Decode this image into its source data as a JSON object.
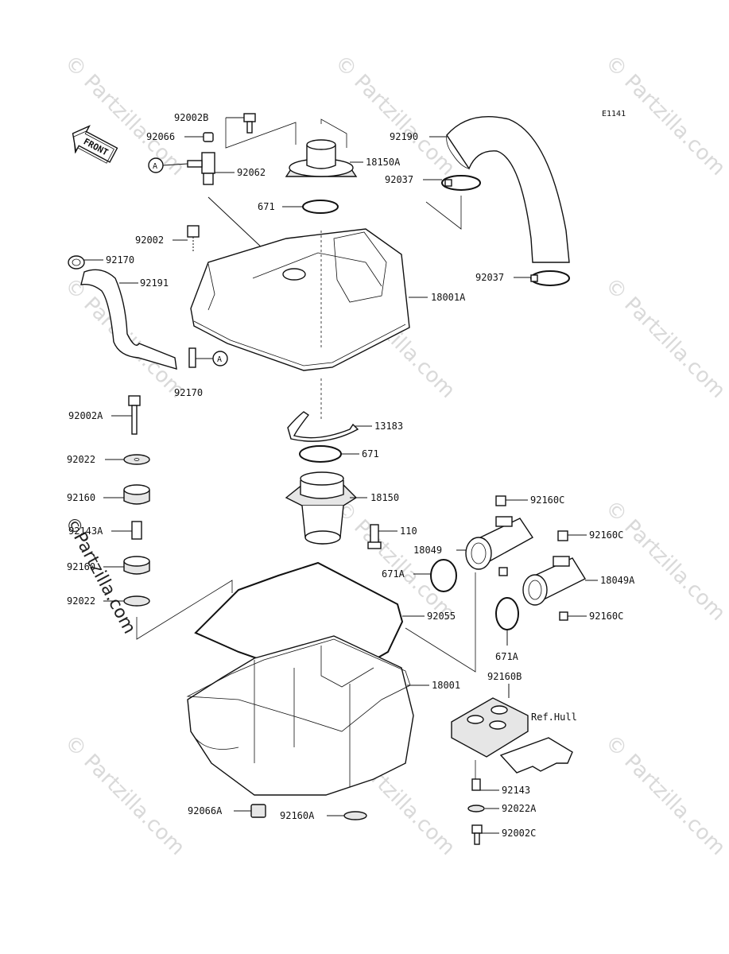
{
  "diagram": {
    "code": "E1141",
    "front_label": "FRONT",
    "callout_a": "A",
    "ref_note": "Ref.Hull"
  },
  "watermark": {
    "text": "© Partzilla.com",
    "side_text": "©Partzilla.com"
  },
  "parts": [
    {
      "id": "92002B"
    },
    {
      "id": "92066"
    },
    {
      "id": "92062"
    },
    {
      "id": "18150A"
    },
    {
      "id": "92190"
    },
    {
      "id": "92037"
    },
    {
      "id": "671"
    },
    {
      "id": "92002"
    },
    {
      "id": "92170"
    },
    {
      "id": "92191"
    },
    {
      "id": "18001A"
    },
    {
      "id": "92037"
    },
    {
      "id": "92170"
    },
    {
      "id": "92002A"
    },
    {
      "id": "13183"
    },
    {
      "id": "92022"
    },
    {
      "id": "671"
    },
    {
      "id": "92160"
    },
    {
      "id": "18150"
    },
    {
      "id": "92143A"
    },
    {
      "id": "110"
    },
    {
      "id": "92160C"
    },
    {
      "id": "92160C"
    },
    {
      "id": "18049"
    },
    {
      "id": "92160"
    },
    {
      "id": "671A"
    },
    {
      "id": "18049A"
    },
    {
      "id": "92022"
    },
    {
      "id": "92055"
    },
    {
      "id": "92160C"
    },
    {
      "id": "671A"
    },
    {
      "id": "92160B"
    },
    {
      "id": "18001"
    },
    {
      "id": "92143"
    },
    {
      "id": "92066A"
    },
    {
      "id": "92160A"
    },
    {
      "id": "92022A"
    },
    {
      "id": "92002C"
    }
  ]
}
